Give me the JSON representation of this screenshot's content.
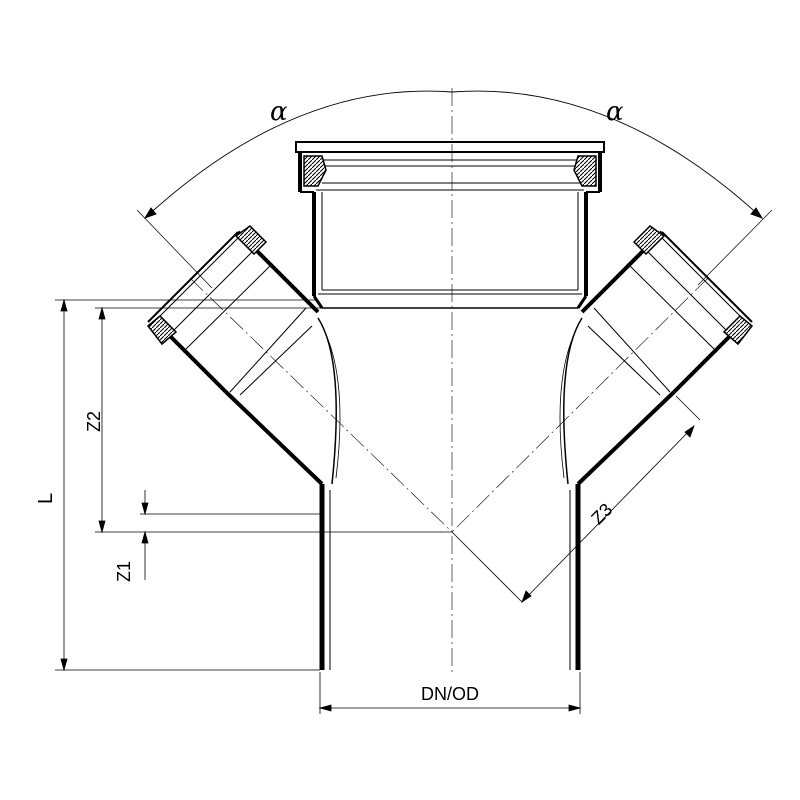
{
  "dimensions": {
    "angle_left": "α",
    "angle_right": "α",
    "length": "L",
    "z1": "Z1",
    "z2": "Z2",
    "z3": "Z3",
    "diameter": "DN/OD"
  },
  "colors": {
    "line": "#000000",
    "background": "#ffffff",
    "gasket_hatch": "#000000"
  }
}
